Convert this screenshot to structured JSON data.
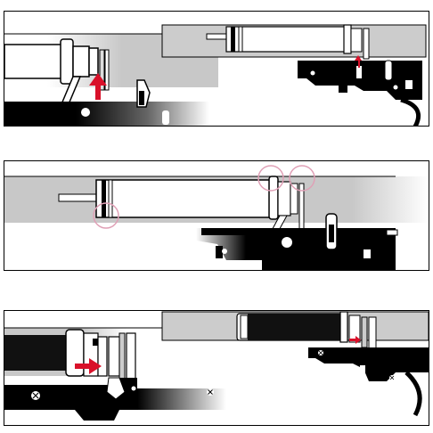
{
  "figure": {
    "panels": [
      {
        "id": "panel-top",
        "depicts": "piston-assembly-and-sear-with-upward-red-arrow"
      },
      {
        "id": "panel-middle",
        "depicts": "piston-with-highlighted-o-ring-and-sear-contact-points"
      },
      {
        "id": "panel-bottom",
        "depicts": "piston-dark-head-and-trigger-with-rightward-red-arrows"
      }
    ],
    "colors": {
      "outline": "#000000",
      "cylinder_gray": "#cccccc",
      "arrow_red": "#d9112a",
      "highlight_circle": "#e0a0b6",
      "piston_dark": "#111111"
    },
    "icons": [
      "up-arrow-icon",
      "right-arrow-icon",
      "highlight-circle-icon",
      "screw-cross-icon"
    ]
  }
}
